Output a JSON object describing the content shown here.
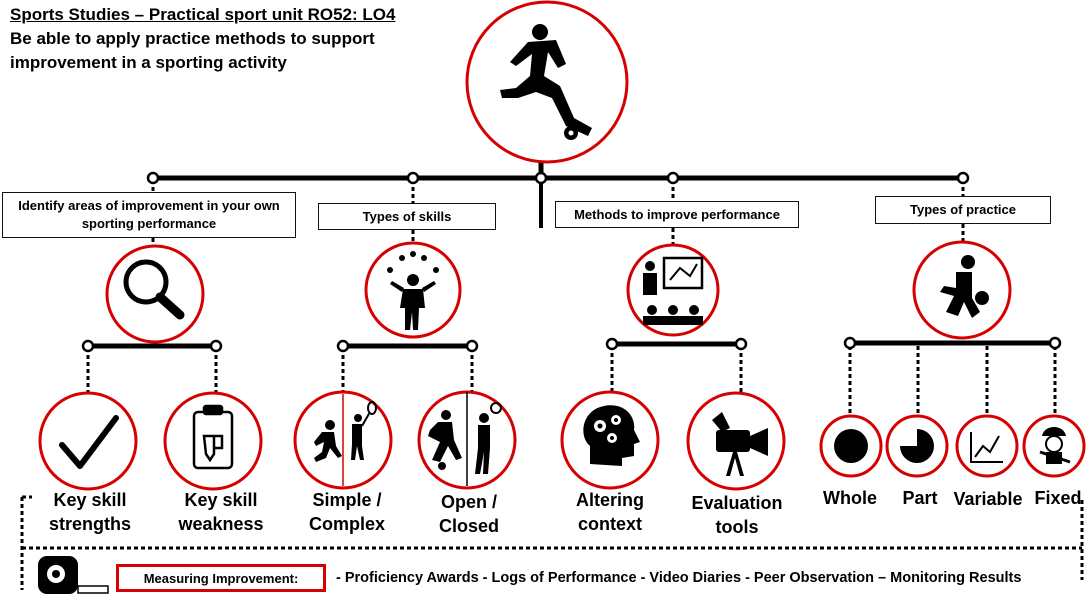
{
  "header": {
    "title": "Sports Studies – Practical sport unit RO52: LO4",
    "subtitle": "Be able to apply practice methods to support improvement in a sporting activity"
  },
  "branches": [
    {
      "box": "Identify areas of improvement in your own sporting performance",
      "icon": "magnifier-icon",
      "children": [
        {
          "label": "Key skill\nstrengths",
          "icon": "checkmark-icon"
        },
        {
          "label": "Key skill\nweakness",
          "icon": "clipboard-thumbs-down-icon"
        }
      ]
    },
    {
      "box": "Types of skills",
      "icon": "juggler-icon",
      "children": [
        {
          "label": "Simple /\nComplex",
          "icon": "runner-tennis-icon"
        },
        {
          "label": "Open /\nClosed",
          "icon": "footballer-basketball-icon"
        }
      ]
    },
    {
      "box": "Methods to improve performance",
      "icon": "teacher-board-icon",
      "children": [
        {
          "label": "Altering\ncontext",
          "icon": "head-gears-icon"
        },
        {
          "label": "Evaluation\ntools",
          "icon": "video-camera-icon"
        }
      ]
    },
    {
      "box": "Types of practice",
      "icon": "dribbler-icon",
      "children": [
        {
          "label": "Whole",
          "icon": "full-circle-icon"
        },
        {
          "label": "Part",
          "icon": "partial-circle-icon"
        },
        {
          "label": "Variable",
          "icon": "line-graph-icon"
        },
        {
          "label": "Fixed",
          "icon": "mechanic-icon"
        }
      ]
    }
  ],
  "footer": {
    "measure_label": "Measuring Improvement:",
    "measure_list": "- Proficiency Awards - Logs of Performance - Video Diaries - Peer Observation – Monitoring Results"
  },
  "colors": {
    "ring": "#d60000",
    "line": "#000000"
  }
}
